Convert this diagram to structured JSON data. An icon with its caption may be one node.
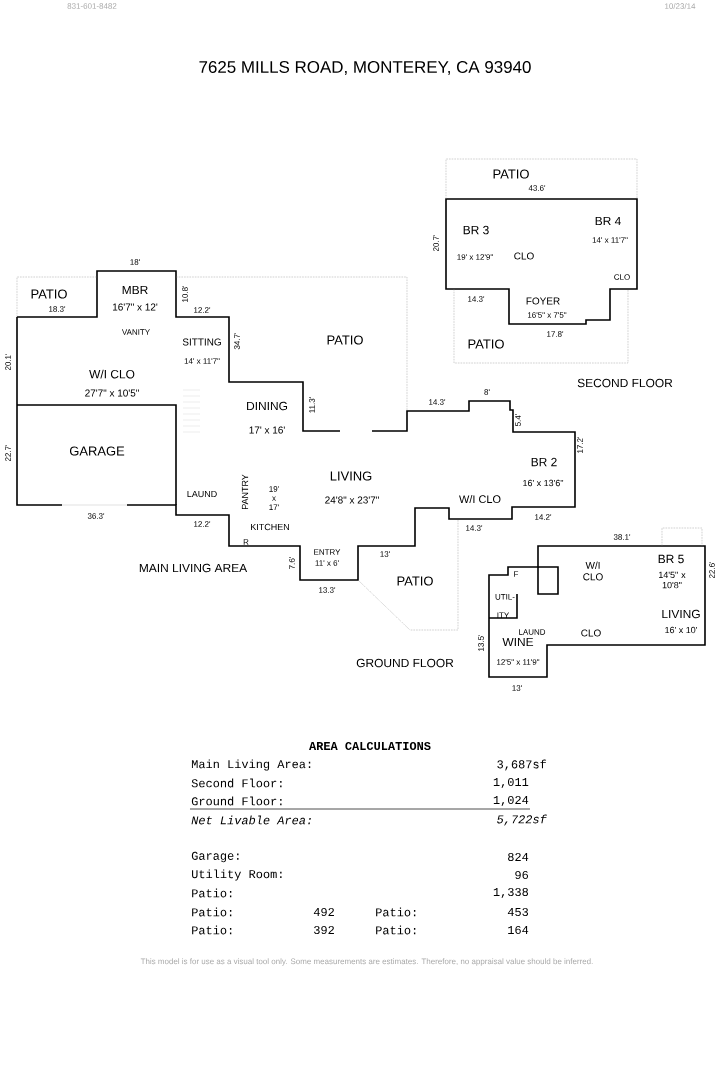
{
  "diagram": {
    "title": "7625 MILLS ROAD, MONTEREY, CA  93940",
    "caption": "This model is for use as a visual tool only.  Some measurements are estimates.  Therefore, no appraisal value should be inferred.",
    "labels": [
      "831-601-8482",
      "10/23/14",
      "18'",
      "PATIO",
      "18.3'",
      "MBR",
      "16'7\" x 12'",
      "10.8'",
      "12.2'",
      "VANITY",
      "SITTING",
      "14' x 11'7\"",
      "34.7'",
      "PATIO",
      "20.1'",
      "W/I CLO",
      "27'7\" x 10'5\"",
      "DINING",
      "17' x 16'",
      "11.3'",
      "GARAGE",
      "22.7'",
      "PANTRY",
      "LIVING",
      "19' x 17'",
      "24'8\" x 23'7\"",
      "LAUND",
      "36.3'",
      "12.2'",
      "KITCHEN",
      "R",
      "ENTRY",
      "11' x 6'",
      "7.6'",
      "13'",
      "13.3'",
      "MAIN LIVING AREA",
      "PATIO",
      "14.3'",
      "8'",
      "5.4'",
      "17.2'",
      "BR 2",
      "16' x 13'6\"",
      "W/I CLO",
      "14.3'",
      "14.2'",
      "PATIO",
      "43.6'",
      "20.7'",
      "BR 3",
      "BR 4",
      "14' x 11'7\"",
      "19' x 12'9\"",
      "CLO",
      "CLO",
      "14.3'",
      "FOYER",
      "16'5\" x 7'5\"",
      "17.8'",
      "PATIO",
      "SECOND FLOOR",
      "38.1'",
      "BR 5",
      "W/I CLO",
      "14'5\" x 10'8\"",
      "22.6'",
      "F",
      "UTIL- ITY",
      "LIVING",
      "LAUND",
      "CLO",
      "16' x 10'",
      "WINE",
      "13.5'",
      "12'5\" x 11'9\"",
      "GROUND FLOOR",
      "13'",
      "AREA CALCULATIONS",
      "Main Living Area:",
      "3,687sf",
      "Second Floor:",
      "1,011",
      "Ground Floor:",
      "1,024",
      "Net Livable Area:",
      "5,722sf",
      "Garage:",
      "824",
      "Utility Room:",
      "96",
      "Patio:",
      "1,338",
      "Patio:",
      "492",
      "Patio:",
      "453",
      "Patio:",
      "392",
      "Patio:",
      "164"
    ]
  }
}
